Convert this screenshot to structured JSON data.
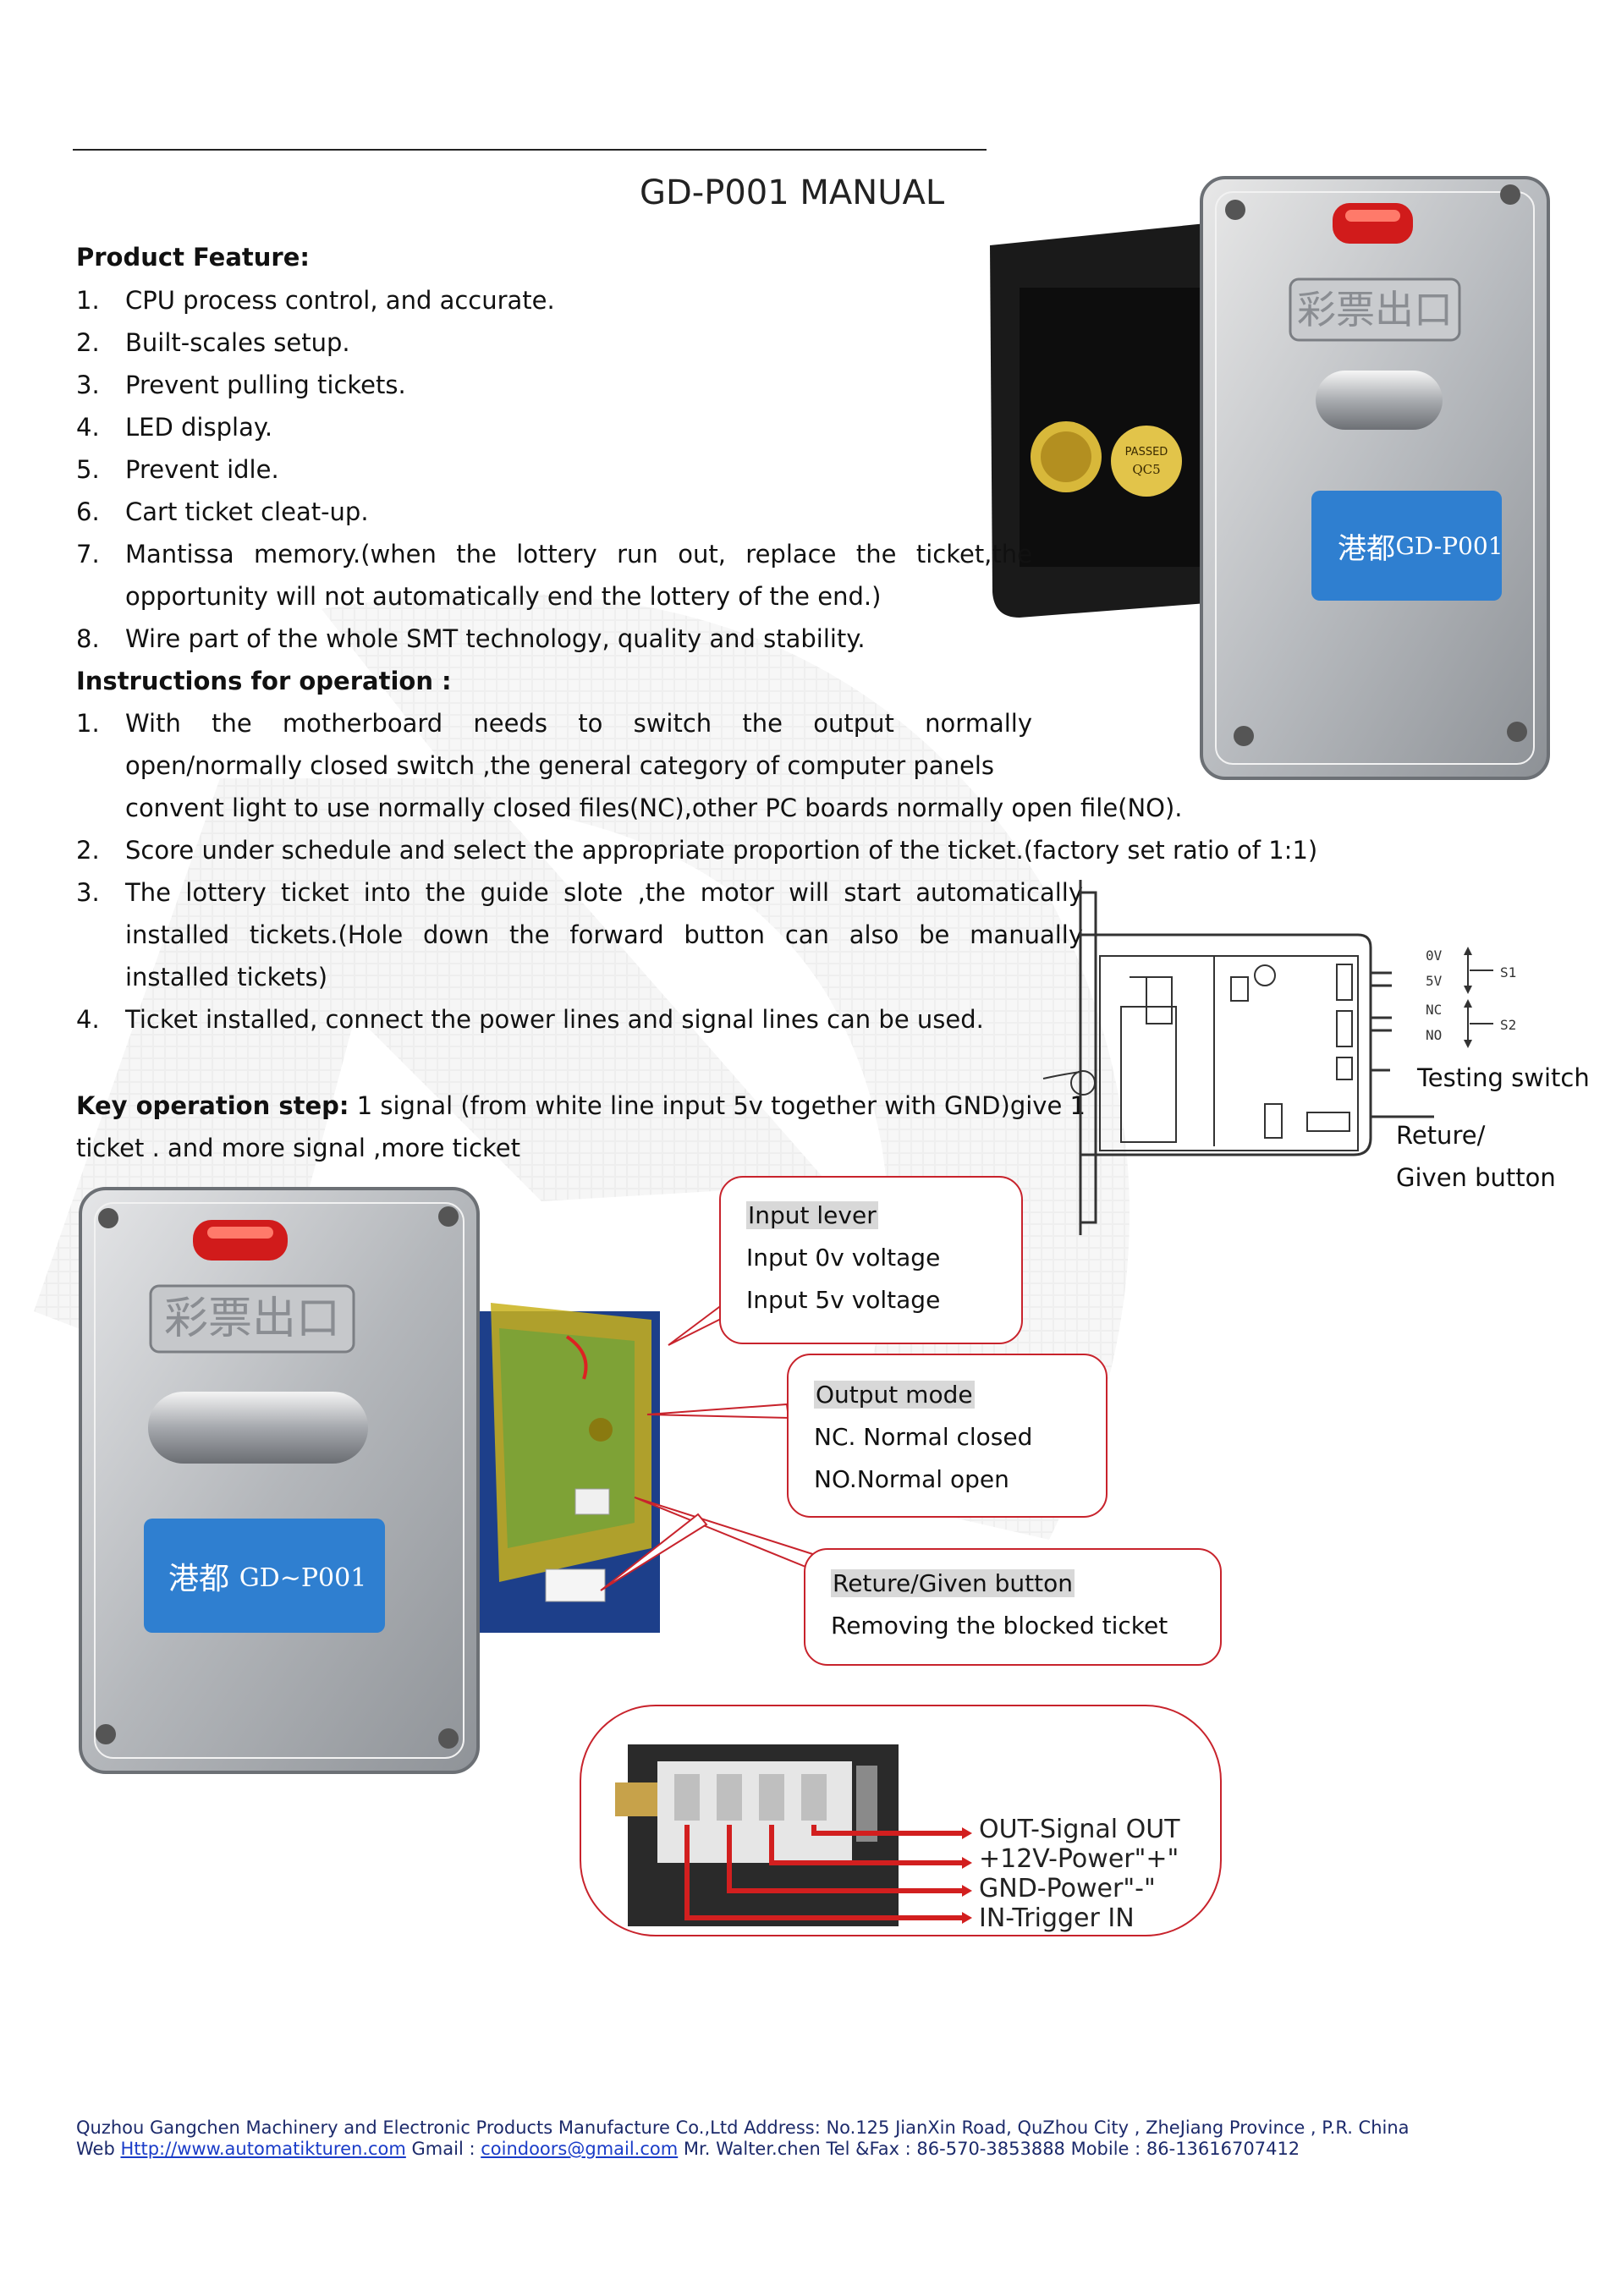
{
  "title": "GD-P001 MANUAL",
  "features": {
    "heading": "Product Feature:",
    "items": [
      {
        "num": "1.",
        "text": "CPU process control, and accurate."
      },
      {
        "num": "2.",
        "text": "Built-scales setup."
      },
      {
        "num": "3.",
        "text": "Prevent pulling tickets."
      },
      {
        "num": "4.",
        "text": "LED display."
      },
      {
        "num": "5.",
        "text": "Prevent idle."
      },
      {
        "num": "6.",
        "text": "Cart ticket cleat-up."
      },
      {
        "num": "7.",
        "line1": "Mantissa memory.(when the lottery run out, replace  the ticket,the",
        "line2": "opportunity will not automatically end the lottery of the end.)"
      },
      {
        "num": "8.",
        "text": "Wire part of the whole SMT technology, quality and stability."
      }
    ]
  },
  "instructions": {
    "heading": "Instructions for operation :",
    "items": [
      {
        "num": "1.",
        "line1": "With the motherboard needs to switch the output normally",
        "line2": "open/normally closed switch ,the general category of computer panels",
        "line3": "convent light to use normally closed files(NC),other PC boards normally open file(NO)."
      },
      {
        "num": "2.",
        "text": "Score under schedule and select the appropriate proportion of the ticket.(factory set ratio of 1:1)"
      },
      {
        "num": "3.",
        "line1": "The lottery ticket into the guide slote ,the motor will start automatically",
        "line2": "installed tickets.(Hole down the forward button can also be manually",
        "line3": "installed tickets)"
      },
      {
        "num": "4.",
        "text": "Ticket installed, connect the power lines and signal lines can be used."
      }
    ]
  },
  "key_step": {
    "label": "Key operation step:",
    "line1": " 1 signal (from white line input 5v together with GND)give 1",
    "line2": "ticket . and    more signal ,more ticket"
  },
  "device": {
    "plate_chinese": "彩票出口",
    "brand_chinese": "港都",
    "model": "GD-P001",
    "model_small": "GD~P001",
    "sticker1": "PASSED",
    "sticker2": "QC5"
  },
  "diagram": {
    "s1": "S1",
    "s2": "S2",
    "v0": "0V",
    "v5": "5V",
    "nc": "NC",
    "no": "NO",
    "testing_switch": "Testing switch",
    "reture_line1": "Reture/",
    "reture_line2": "Given button"
  },
  "callouts": {
    "input": {
      "head": "Input lever",
      "l1": "Input 0v voltage",
      "l2": "Input 5v voltage"
    },
    "output": {
      "head": "Output mode",
      "l1": "NC. Normal closed",
      "l2": "NO.Normal open"
    },
    "button": {
      "head": "Reture/Given button",
      "l1": "Removing the blocked ticket"
    }
  },
  "connector": {
    "out": "OUT-Signal OUT",
    "v12": "+12V-Power\"+\"",
    "gnd": "GND-Power\"-\"",
    "in": "IN-Trigger IN"
  },
  "footer": {
    "line1": "Quzhou Gangchen Machinery and Electronic Products Manufacture Co.,Ltd   Address: No.125 JianXin Road, QuZhou City , ZheJiang Province , P.R. China",
    "web_label": "Web ",
    "web_url": "Http://www.automatikturen.com",
    "gmail_label": " Gmail : ",
    "email": "coindoors@gmail.com",
    "contact": "   Mr. Walter.chen   Tel &Fax : 86-570-3853888   Mobile : 86-13616707412"
  },
  "colors": {
    "accent_red": "#c8232c",
    "blue_label": "#2f7fd0",
    "footer_text": "#1c2a6b"
  }
}
